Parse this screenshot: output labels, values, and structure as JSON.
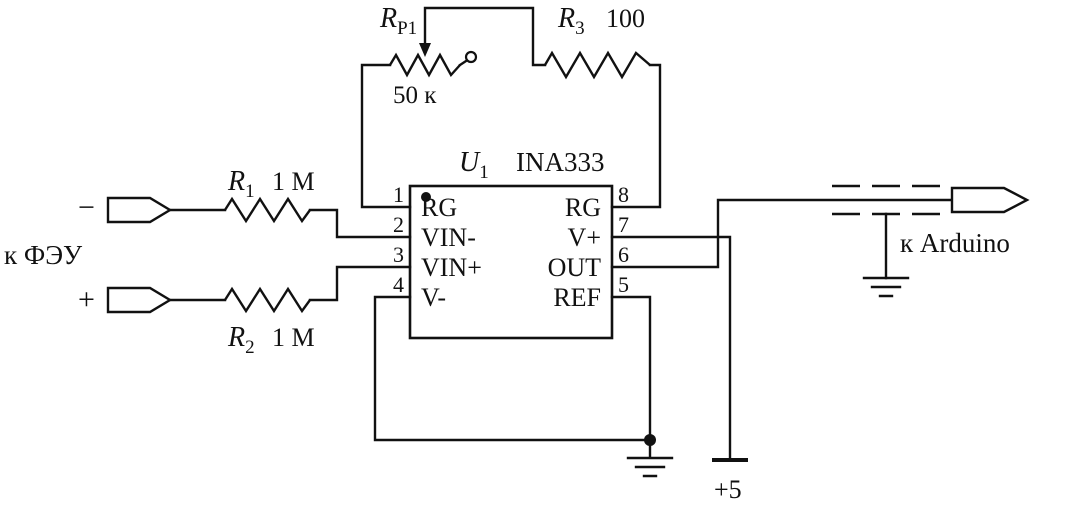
{
  "resistors": {
    "rp1": {
      "base": "R",
      "sub": "P1",
      "value": "50 к"
    },
    "r1": {
      "base": "R",
      "sub": "1",
      "value": "1 M"
    },
    "r2": {
      "base": "R",
      "sub": "2",
      "value": "1 M"
    },
    "r3": {
      "base": "R",
      "sub": "3",
      "value": "100"
    }
  },
  "ic": {
    "designator_base": "U",
    "designator_sub": "1",
    "part_number": "INA333",
    "pins_left": [
      {
        "num": "1",
        "label": "RG"
      },
      {
        "num": "2",
        "label": "VIN-"
      },
      {
        "num": "3",
        "label": "VIN+"
      },
      {
        "num": "4",
        "label": "V-"
      }
    ],
    "pins_right": [
      {
        "num": "8",
        "label": "RG"
      },
      {
        "num": "7",
        "label": "V+"
      },
      {
        "num": "6",
        "label": "OUT"
      },
      {
        "num": "5",
        "label": "REF"
      }
    ]
  },
  "terminals": {
    "input_label": "к ФЭУ",
    "input_minus": "−",
    "input_plus": "+",
    "output_label": "к Arduino",
    "supply_label": "+5"
  }
}
